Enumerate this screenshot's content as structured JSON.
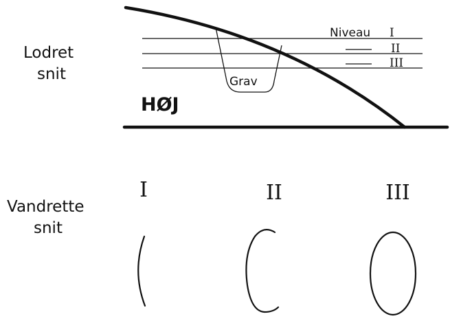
{
  "vertical_section": {
    "label_line1": "Lodret",
    "label_line2": "snit",
    "mound_label": "HØJ",
    "grave_label": "Grav",
    "level_word": "Niveau",
    "levels": [
      "I",
      "II",
      "III"
    ]
  },
  "horizontal_section": {
    "label_line1": "Vandrette",
    "label_line2": "snit",
    "levels": [
      "I",
      "II",
      "III"
    ]
  },
  "colors": {
    "ink": "#111111",
    "background": "#ffffff"
  }
}
